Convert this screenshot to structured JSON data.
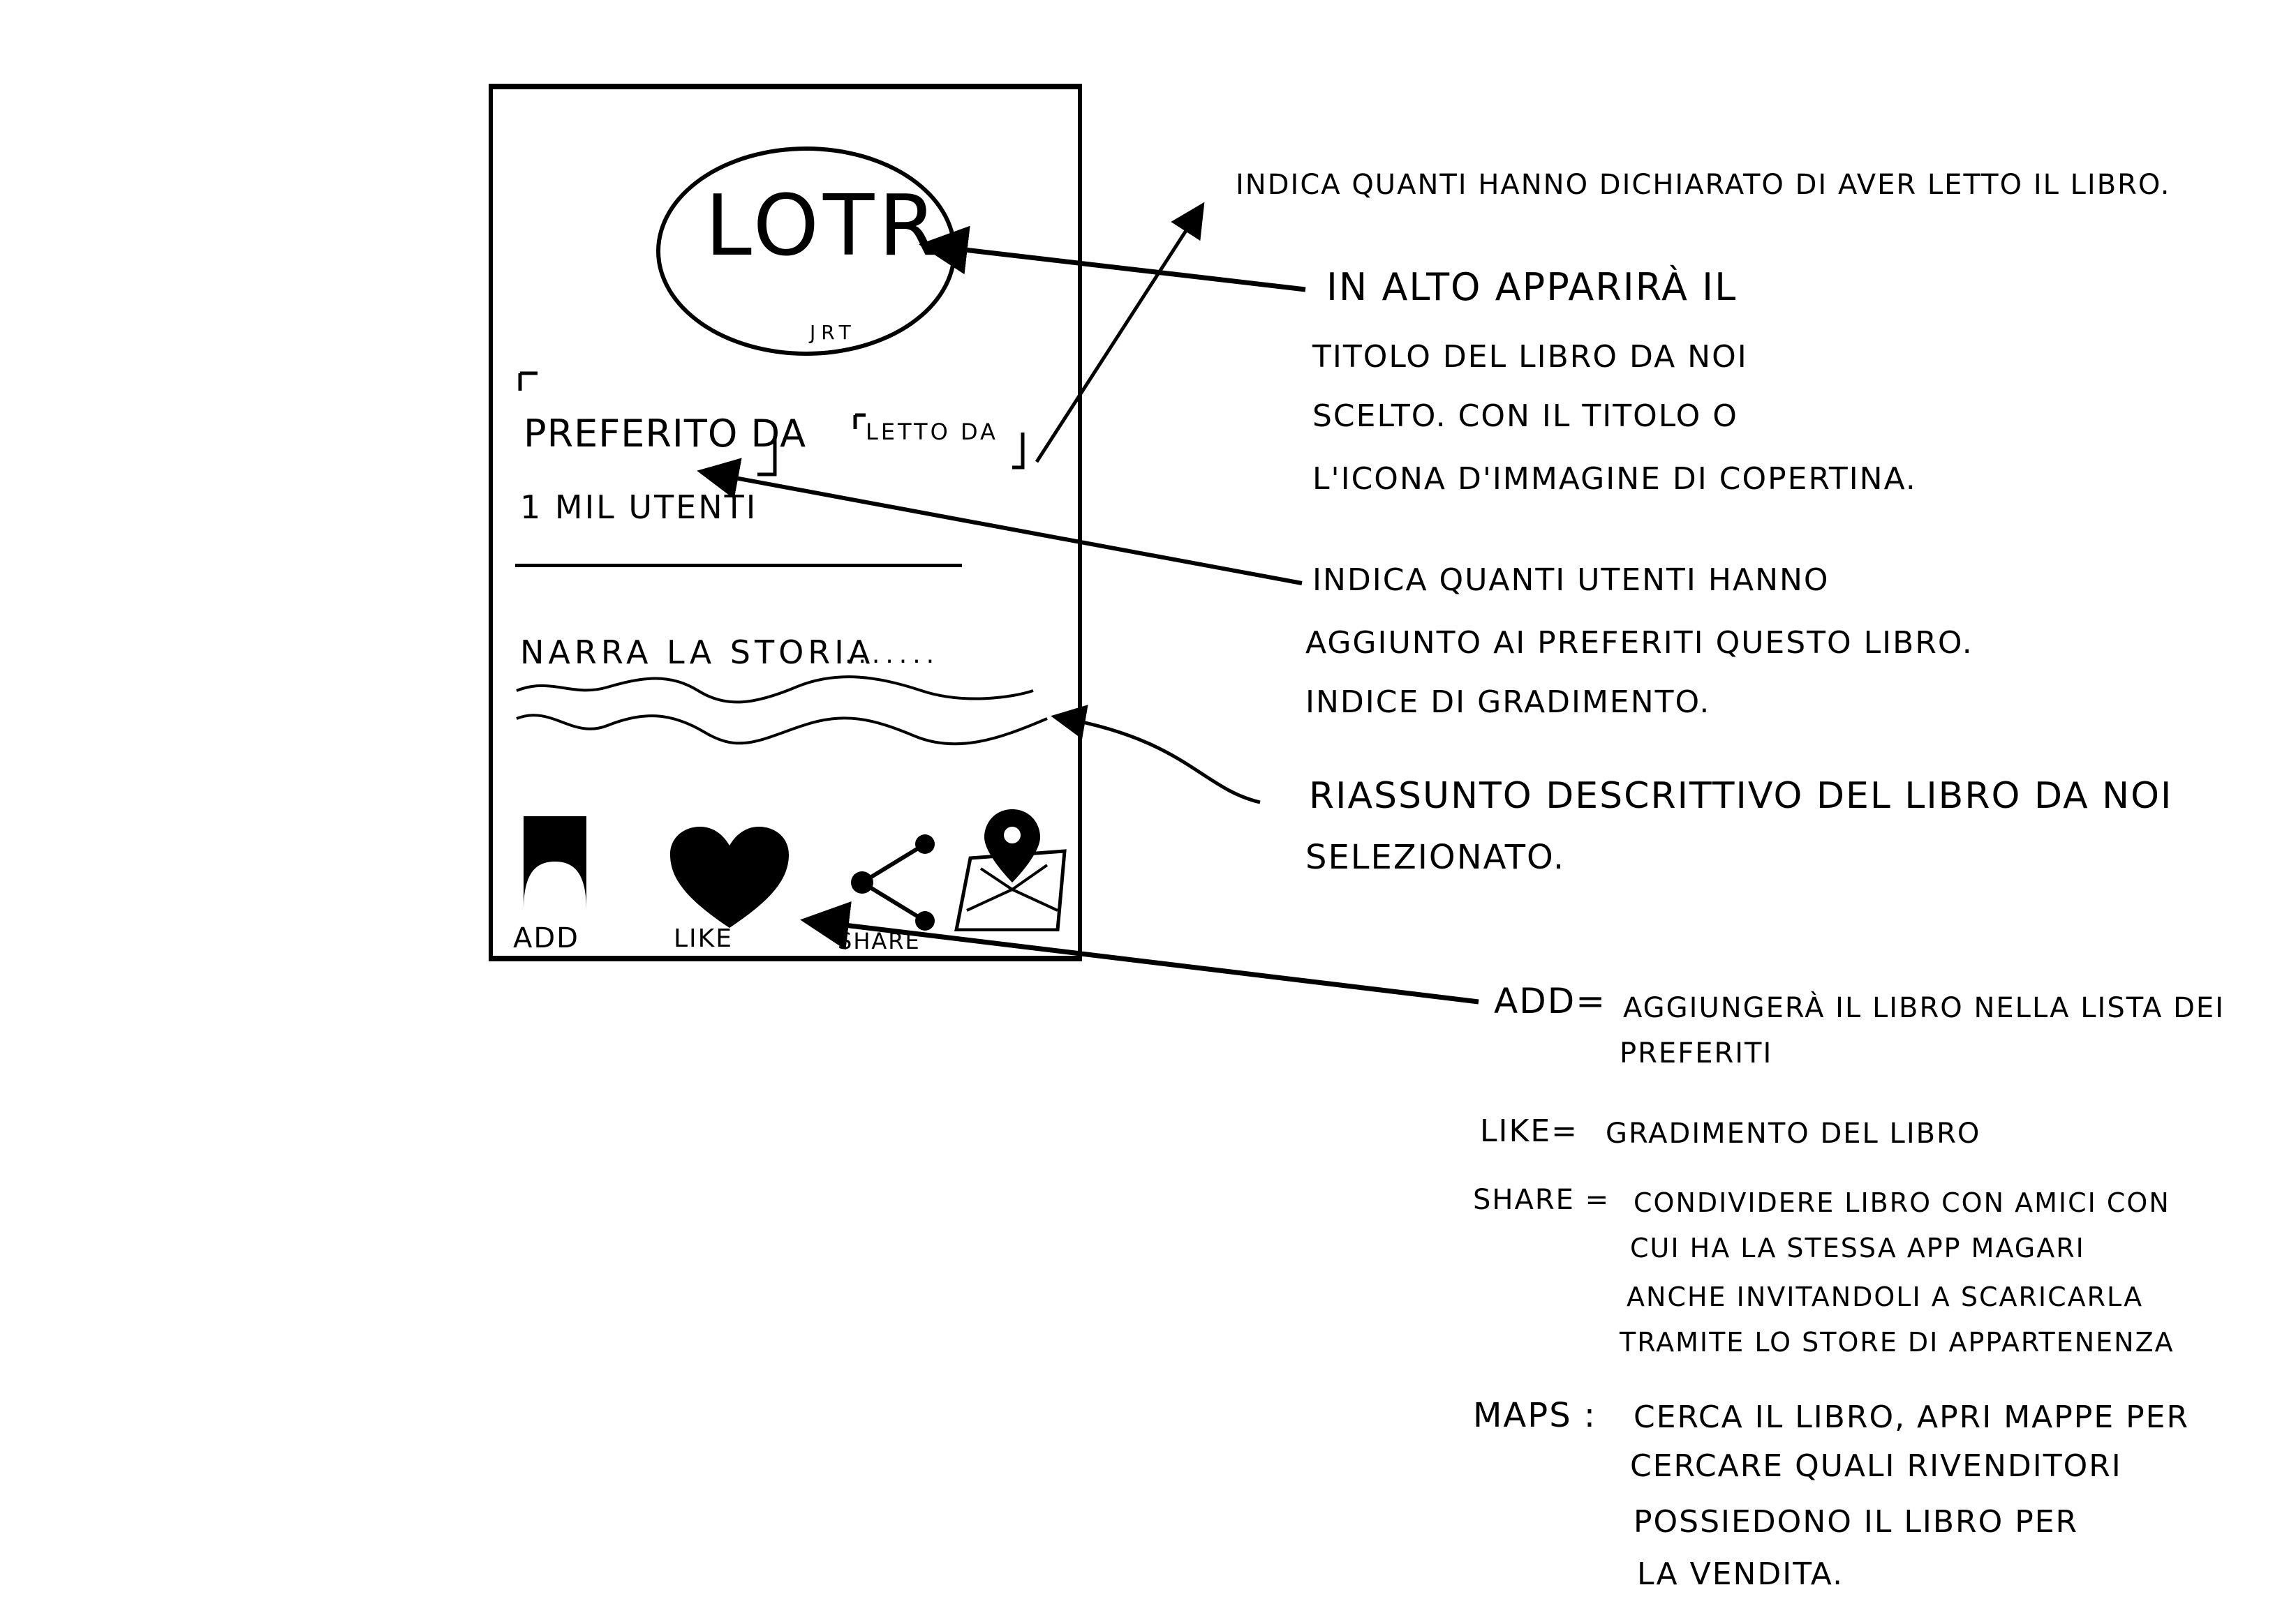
{
  "wireframe": {
    "book_title": "LOTR",
    "book_author": "JRT",
    "favorited_label": "PREFERITO DA",
    "favorited_count": "1 MIL UTENTI",
    "read_by_label": "LETTO DA",
    "story_heading": "NARRA LA STORIA",
    "story_dots": ".......",
    "buttons": {
      "add": "ADD",
      "like": "LIKE",
      "share": "SHARE"
    }
  },
  "annotations": {
    "read_by": "INDICA QUANTI HANNO DICHIARATO DI AVER LETTO IL LIBRO.",
    "title": [
      "IN ALTO APPARIRÀ IL",
      "TITOLO DEL LIBRO DA NOI",
      "SCELTO. CON IL TITOLO O",
      "L'ICONA D'IMMAGINE DI COPERTINA."
    ],
    "favorites": [
      "INDICA QUANTI UTENTI HANNO",
      "AGGIUNTO AI PREFERITI QUESTO LIBRO.",
      "INDICE DI GRADIMENTO."
    ],
    "summary": [
      "RIASSUNTO DESCRITTIVO DEL LIBRO DA NOI",
      "SELEZIONATO."
    ],
    "legend": {
      "add_key": "ADD=",
      "add_desc": [
        "AGGIUNGERÀ IL LIBRO NELLA LISTA DEI",
        "PREFERITI"
      ],
      "like_key": "LIKE=",
      "like_desc": [
        "GRADIMENTO DEL LIBRO"
      ],
      "share_key": "SHARE =",
      "share_desc": [
        "CONDIVIDERE LIBRO CON AMICI CON",
        "CUI HA LA STESSA APP MAGARI",
        "ANCHE INVITANDOLI A SCARICARLA",
        "TRAMITE LO STORE DI APPARTENENZA"
      ],
      "maps_key": "MAPS :",
      "maps_desc": [
        "CERCA IL LIBRO, APRI MAPPE PER",
        "CERCARE QUALI RIVENDITORI",
        "POSSIEDONO IL LIBRO PER",
        "LA VENDITA."
      ]
    }
  }
}
